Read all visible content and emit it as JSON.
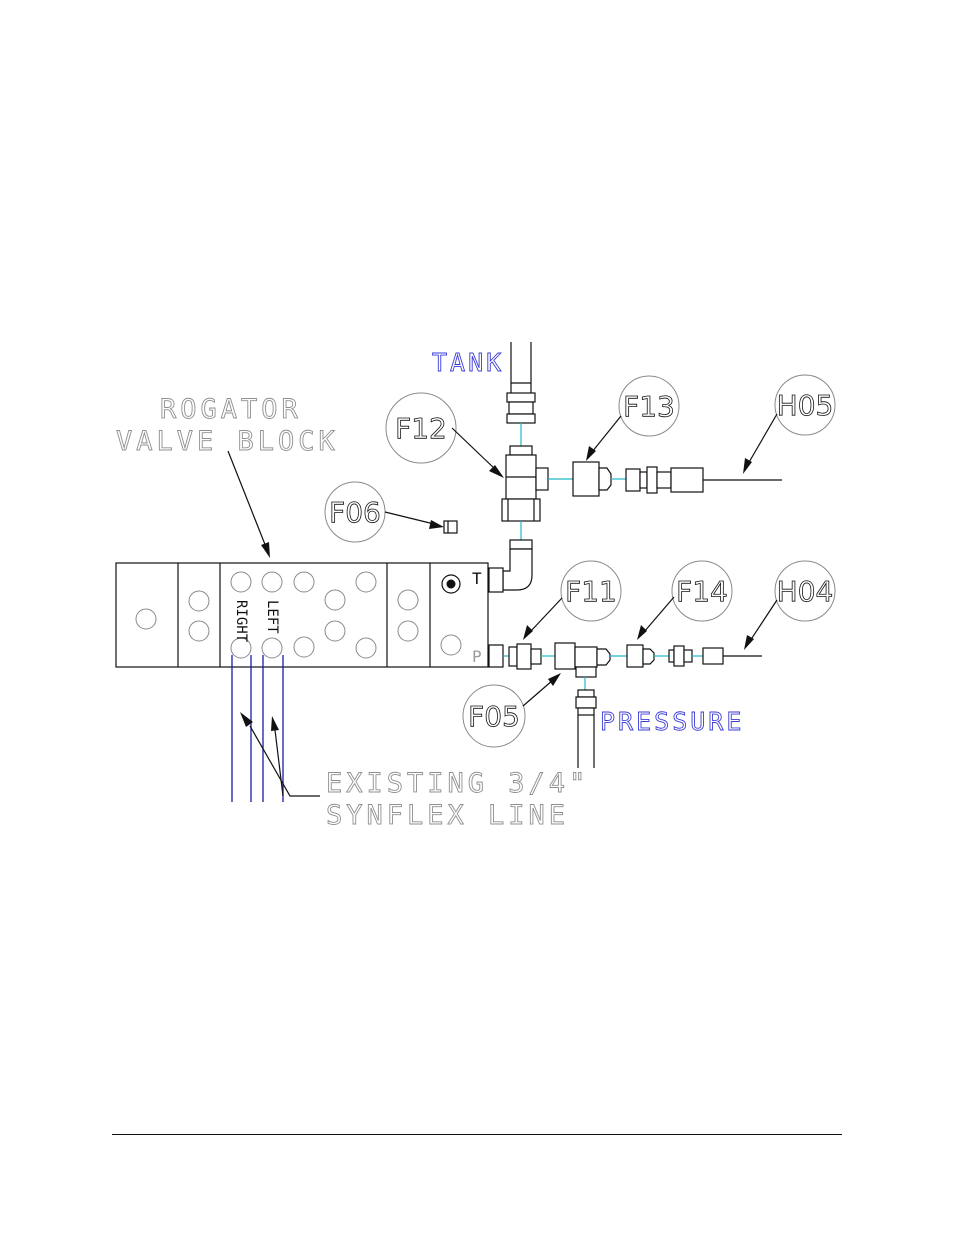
{
  "labels": {
    "tank": "TANK",
    "pressure": "PRESSURE",
    "valve_block_line1": "ROGATOR",
    "valve_block_line2": "VALVE BLOCK",
    "synflex_line1": "EXISTING 3/4\"",
    "synflex_line2": "SYNFLEX LINE",
    "right": "RIGHT",
    "left": "LEFT",
    "port_t": "T",
    "port_p": "P"
  },
  "callouts": {
    "f12": "F12",
    "f13": "F13",
    "h05": "H05",
    "f06": "F06",
    "f11": "F11",
    "f14": "F14",
    "h04": "H04",
    "f05": "F05"
  },
  "colors": {
    "fluid_line": "#1fb8c8",
    "port_label": "#3b3bd6",
    "synflex_hose": "#1c1ca8",
    "outline_text": "#8f8f8f"
  }
}
